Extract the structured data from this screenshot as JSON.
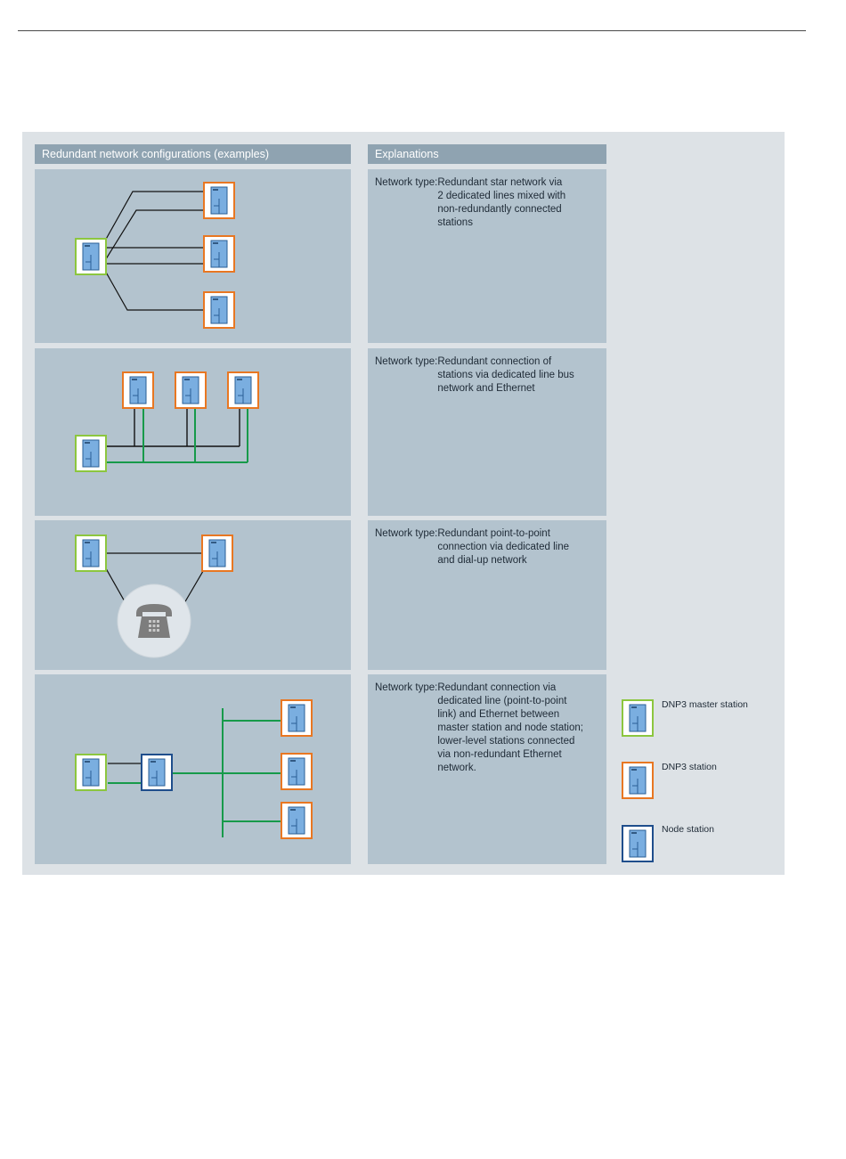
{
  "headers": {
    "configurations": "Redundant network configurations (examples)",
    "explanations": "Explanations"
  },
  "explanations": [
    {
      "label": "Network type: ",
      "text": "Redundant star network via\n2 dedicated lines mixed with\nnon-redundantly connected\nstations"
    },
    {
      "label": "Network type: ",
      "text": "Redundant connection of\nstations via dedicated line bus\nnetwork and Ethernet"
    },
    {
      "label": "Network type: ",
      "text": " Redundant point-to-point\n connection via dedicated line\n and dial-up network"
    },
    {
      "label": "Network type: ",
      "text": "Redundant connection via\n dedicated line (point-to-point\n link) and Ethernet between\nmaster station and node station;\nlower-level stations connected\nvia non-redundant Ethernet\nnetwork."
    }
  ],
  "legend": [
    {
      "label": "DNP3 master station",
      "color": "#8cc63f"
    },
    {
      "label": "DNP3 station",
      "color": "#e87722"
    },
    {
      "label": "Node station",
      "color": "#1f4e8c"
    }
  ],
  "colors": {
    "dedicated_line": "#111111",
    "ethernet": "#179a4a",
    "device_fill": "#7aaee0",
    "device_stroke": "#2a5f96",
    "panel_bg": "#b3c3ce",
    "frame_bg": "#dde2e6",
    "header_bg": "#8fa3b1"
  },
  "icons": {
    "dialup": "telephone-icon",
    "device": "station-device-icon"
  }
}
